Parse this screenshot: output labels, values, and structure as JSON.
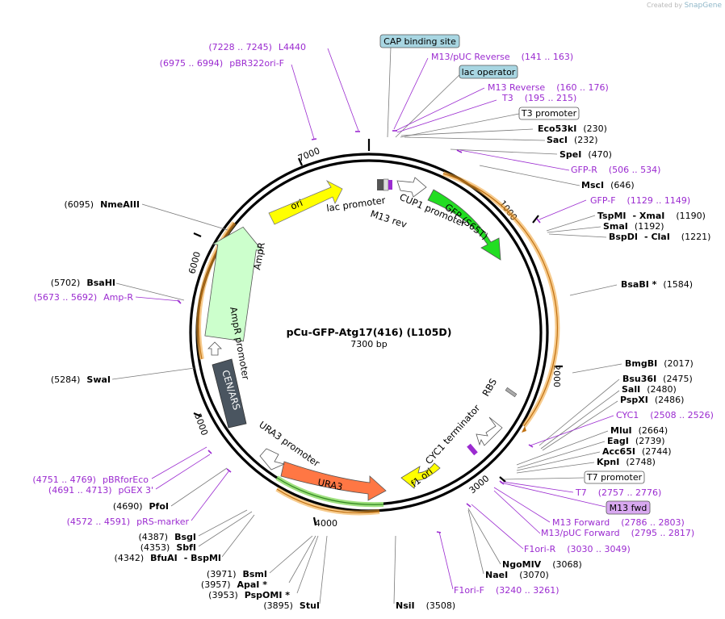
{
  "credit": {
    "prefix": "Created by",
    "brand": "SnapGene"
  },
  "map": {
    "name": "pCu-GFP-Atg17(416) (L105D)",
    "size": "7300 bp"
  },
  "ticks": [
    "1000",
    "2000",
    "3000",
    "4000",
    "5000",
    "6000",
    "7000"
  ],
  "features": {
    "ori": "ori",
    "gfp": "GFP (S65T)",
    "ampr": "AmpR",
    "cen": "CEN/ARS",
    "ura3": "URA3",
    "f1ori": "f1 ori",
    "lac_promoter": "lac promoter",
    "m13rev": "M13 rev",
    "cup1": "CUP1 promoter",
    "ampr_promoter": "AmpR promoter",
    "ura3_promoter": "URA3 promoter",
    "rbs": "RBS",
    "cyc1_term": "CYC1 terminator"
  },
  "labels": {
    "l4440": {
      "range": "(7228 .. 7245)",
      "name": "L4440"
    },
    "pbr322": {
      "range": "(6975 .. 6994)",
      "name": "pBR322ori-F"
    },
    "cap": {
      "name": "CAP binding site"
    },
    "m13puc_rev": {
      "name": "M13/pUC Reverse",
      "range": "(141 .. 163)"
    },
    "lac_op": {
      "name": "lac operator"
    },
    "m13_rev": {
      "name": "M13 Reverse",
      "range": "(160 .. 176)"
    },
    "t3": {
      "name": "T3",
      "range": "(195 .. 215)"
    },
    "t3_prom": {
      "name": "T3 promoter"
    },
    "eco53ki": {
      "name": "Eco53kI",
      "pos": "(230)"
    },
    "saci": {
      "name": "SacI",
      "pos": "(232)"
    },
    "spei": {
      "name": "SpeI",
      "pos": "(470)"
    },
    "gfp_r": {
      "name": "GFP-R",
      "range": "(506 .. 534)"
    },
    "msci": {
      "name": "MscI",
      "pos": "(646)"
    },
    "gfp_f": {
      "name": "GFP-F",
      "range": "(1129 .. 1149)"
    },
    "tspmi": {
      "name": "TspMI",
      "name2": "XmaI",
      "pos": "(1190)"
    },
    "smai": {
      "name": "SmaI",
      "pos": "(1192)"
    },
    "bspdi": {
      "name": "BspDI",
      "name2": "ClaI",
      "pos": "(1221)"
    },
    "bsabi": {
      "name": "BsaBI *",
      "pos": "(1584)"
    },
    "bmgbi": {
      "name": "BmgBI",
      "pos": "(2017)"
    },
    "bsu36i": {
      "name": "Bsu36I",
      "pos": "(2475)"
    },
    "sali": {
      "name": "SalI",
      "pos": "(2480)"
    },
    "pspxi": {
      "name": "PspXI",
      "pos": "(2486)"
    },
    "cyc1": {
      "name": "CYC1",
      "range": "(2508 .. 2526)"
    },
    "mlui": {
      "name": "MluI",
      "pos": "(2664)"
    },
    "eagi": {
      "name": "EagI",
      "pos": "(2739)"
    },
    "acc65i": {
      "name": "Acc65I",
      "pos": "(2744)"
    },
    "kpni": {
      "name": "KpnI",
      "pos": "(2748)"
    },
    "t7_prom": {
      "name": "T7 promoter"
    },
    "t7": {
      "name": "T7",
      "range": "(2757 .. 2776)"
    },
    "m13fwd": {
      "name": "M13 fwd"
    },
    "m13_forward": {
      "name": "M13 Forward",
      "range": "(2786 .. 2803)"
    },
    "m13puc_fwd": {
      "name": "M13/pUC Forward",
      "range": "(2795 .. 2817)"
    },
    "f1ori_r": {
      "name": "F1ori-R",
      "range": "(3030 .. 3049)"
    },
    "ngomiv": {
      "name": "NgoMIV",
      "pos": "(3068)"
    },
    "naei": {
      "name": "NaeI",
      "pos": "(3070)"
    },
    "f1ori_f": {
      "name": "F1ori-F",
      "range": "(3240 .. 3261)"
    },
    "nsii": {
      "name": "NsiI",
      "pos": "(3508)"
    },
    "stui": {
      "name": "StuI",
      "pos": "(3895)"
    },
    "pspomi": {
      "name": "PspOMI *",
      "pos": "(3953)"
    },
    "apai": {
      "name": "ApaI *",
      "pos": "(3957)"
    },
    "bsmi": {
      "name": "BsmI",
      "pos": "(3971)"
    },
    "bfuai": {
      "name": "BfuAI",
      "name2": "BspMI",
      "pos": "(4342)"
    },
    "sbfi": {
      "name": "SbfI",
      "pos": "(4353)"
    },
    "bsgi": {
      "name": "BsgI",
      "pos": "(4387)"
    },
    "prs": {
      "range": "(4572 .. 4591)",
      "name": "pRS-marker"
    },
    "pfoi": {
      "pos": "(4690)",
      "name": "PfoI"
    },
    "pgex": {
      "range": "(4691 .. 4713)",
      "name": "pGEX 3'"
    },
    "pbrforeco": {
      "range": "(4751 .. 4769)",
      "name": "pBRforEco"
    },
    "swai": {
      "pos": "(5284)",
      "name": "SwaI"
    },
    "ampr_primer": {
      "range": "(5673 .. 5692)",
      "name": "Amp-R"
    },
    "bsahi": {
      "pos": "(5702)",
      "name": "BsaHI"
    },
    "nmeaiii": {
      "pos": "(6095)",
      "name": "NmeAIII"
    }
  },
  "colors": {
    "primer": "#9b2bd0",
    "ori": "#ffff00",
    "gfp": "#22dd22",
    "ampr": "#ccffcc",
    "cen": "#4a5560",
    "ura3": "#ff7744",
    "orf": "#f0a030"
  }
}
